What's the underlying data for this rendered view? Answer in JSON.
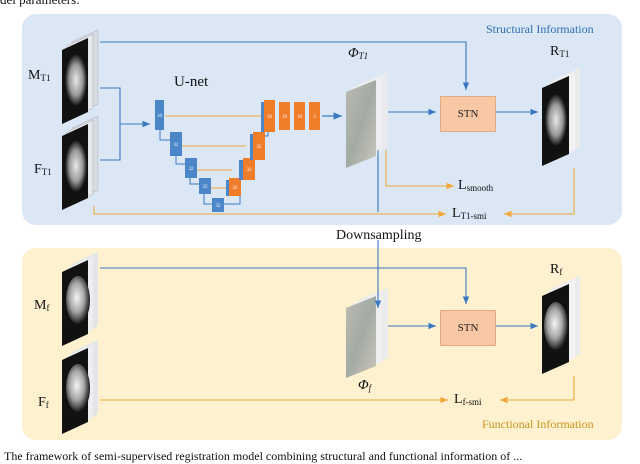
{
  "top_fragment": "del parameters:",
  "bottom_fragment": "The framework of semi-supervised registration model combining structural and functional information of ...",
  "panels": {
    "structural_title": "Structural Information",
    "functional_title": "Functional Information"
  },
  "inputs": {
    "m_t1": {
      "main": "M",
      "sub": "T1"
    },
    "f_t1": {
      "main": "F",
      "sub": "T1"
    },
    "m_f": {
      "main": "M",
      "sub": "f"
    },
    "f_f": {
      "main": "F",
      "sub": "f"
    }
  },
  "unet": {
    "title": "U-net",
    "block_labels": [
      "16",
      "32",
      "32",
      "32",
      "32",
      "32",
      "32",
      "32",
      "16",
      "16",
      "3"
    ]
  },
  "fields": {
    "phi_t1": {
      "main": "Φ",
      "sub": "T1"
    },
    "phi_f": {
      "main": "Φ",
      "sub": "f"
    }
  },
  "stn_label": "STN",
  "outputs": {
    "r_t1": {
      "main": "R",
      "sub": "T1"
    },
    "r_f": {
      "main": "R",
      "sub": "f"
    }
  },
  "losses": {
    "smooth": {
      "main": "L",
      "sub": "smooth"
    },
    "t1_smi": {
      "main": "L",
      "sub": "T1-smi"
    },
    "f_smi": {
      "main": "L",
      "sub": "f-smi"
    }
  },
  "downsampling": "Downsampling",
  "colors": {
    "blue": "#3a78c2",
    "orange": "#f0a93a",
    "unet_blue": "#4a86c8",
    "unet_orange": "#ef7d2a"
  }
}
